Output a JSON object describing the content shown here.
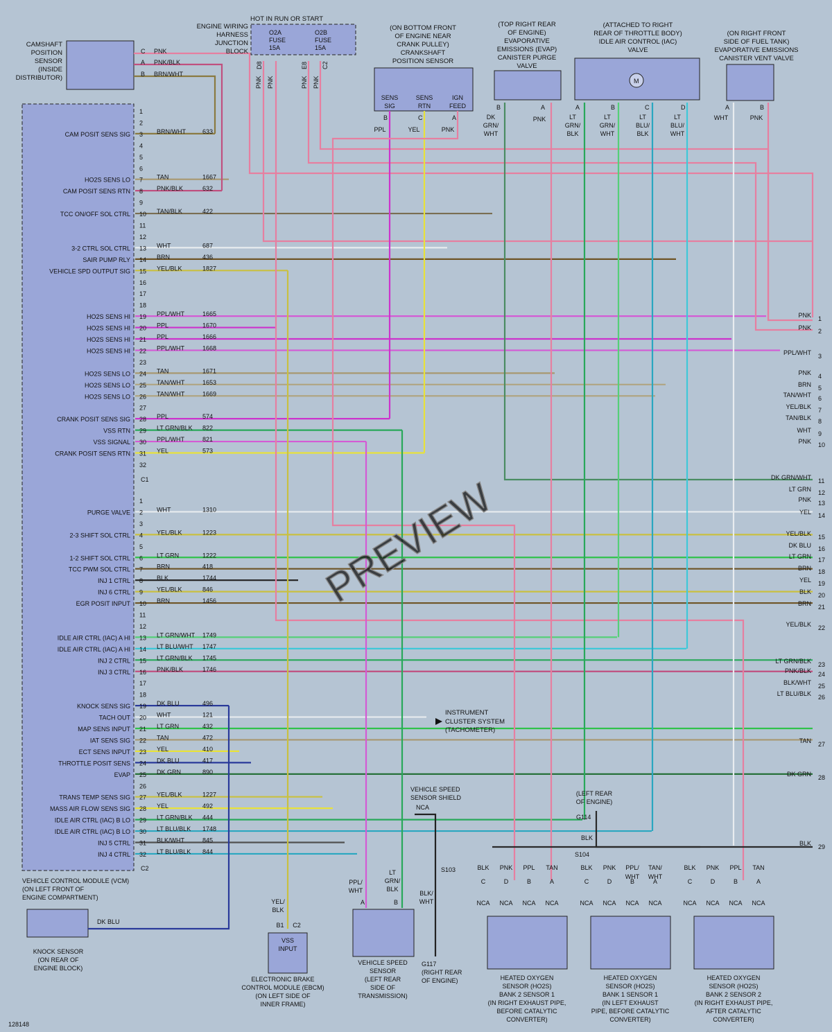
{
  "colors": {
    "background": "#b5c4d3",
    "component": "#9aa6d8",
    "PNK": "#e67fa0",
    "PNK/BLK": "#c0507f",
    "BRN/WHT": "#8a7a40",
    "TAN": "#a89870",
    "TAN/BLK": "#7a6e52",
    "TAN/WHT": "#b0a582",
    "WHT": "#e8ecef",
    "BRN": "#6e5426",
    "YEL/BLK": "#c9c040",
    "YEL": "#e8e23a",
    "PPL": "#cc33cc",
    "PPL/WHT": "#d45ad4",
    "LT GRN": "#30c24a",
    "LT GRN/BLK": "#28a85a",
    "LT GRN/WHT": "#55cf78",
    "LT BLU/WHT": "#3fc8d8",
    "LT BLU/BLK": "#2aa7c0",
    "DK GRN/WHT": "#4a8c62",
    "DK BLU": "#2a3a9a",
    "DK GRN": "#1f6b30",
    "BLK": "#2a2a2a",
    "BLK/WHT": "#505050"
  },
  "header": {
    "hot_in_run": "HOT IN RUN OR START",
    "junction": [
      "ENGINE WIRING",
      "HARNESS",
      "JUNCTION",
      "BLOCK"
    ],
    "fuse_a": [
      "O2A",
      "FUSE",
      "15A"
    ],
    "fuse_b": [
      "O2B",
      "FUSE",
      "15A"
    ],
    "fuse_a_pin": "D8",
    "fuse_b_pins": [
      "E8",
      "C2"
    ],
    "fuse_wire_labels": [
      "PNK",
      "PNK",
      "PNK",
      "PNK"
    ]
  },
  "camshaft": {
    "label": [
      "CAMSHAFT",
      "POSITION",
      "SENSOR",
      "(INSIDE",
      "DISTRIBUTOR)"
    ],
    "pins": [
      {
        "pin": "C",
        "color": "PNK"
      },
      {
        "pin": "A",
        "color": "PNK/BLK"
      },
      {
        "pin": "B",
        "color": "BRN/WHT"
      }
    ]
  },
  "crank": {
    "title": [
      "(ON BOTTOM FRONT",
      "OF ENGINE NEAR",
      "CRANK PULLEY)",
      "CRANKSHAFT",
      "POSITION SENSOR"
    ],
    "terms": [
      "SENS SIG",
      "SENS RTN",
      "IGN FEED"
    ],
    "pins": [
      "B",
      "C",
      "A"
    ],
    "wires": [
      "PPL",
      "YEL",
      "PNK"
    ]
  },
  "evap_purge": {
    "title": [
      "(TOP RIGHT REAR",
      "OF ENGINE)",
      "EVAPORATIVE",
      "EMISSIONS (EVAP)",
      "CANISTER PURGE",
      "VALVE"
    ],
    "pins": [
      "B",
      "A"
    ],
    "wires": [
      "DK GRN/ WHT",
      "PNK"
    ]
  },
  "iac": {
    "title": [
      "(ATTACHED TO RIGHT",
      "REAR OF THROTTLE BODY)",
      "IDLE AIR CONTROL (IAC)",
      "VALVE"
    ],
    "pins": [
      "A",
      "B",
      "C",
      "D"
    ],
    "wires": [
      "LT GRN/ BLK",
      "LT GRN/ WHT",
      "LT BLU/ BLK",
      "LT BLU/ WHT"
    ]
  },
  "vent": {
    "title": [
      "(ON RIGHT FRONT",
      "SIDE OF FUEL TANK)",
      "EVAPORATIVE EMISSIONS",
      "CANISTER VENT VALVE"
    ],
    "pins": [
      "A",
      "B"
    ],
    "wires": [
      "WHT",
      "PNK"
    ]
  },
  "vcm": {
    "label": [
      "VEHICLE CONTROL MODULE (VCM)",
      "(ON LEFT FRONT OF",
      "ENGINE COMPARTMENT)"
    ],
    "connectors": [
      "C1",
      "C2"
    ],
    "c1": [
      {
        "pin": "1",
        "fn": "",
        "wire": "",
        "circuit": ""
      },
      {
        "pin": "2",
        "fn": "",
        "wire": "",
        "circuit": ""
      },
      {
        "pin": "3",
        "fn": "CAM POSIT SENS SIG",
        "wire": "BRN/WHT",
        "circuit": "633"
      },
      {
        "pin": "4",
        "fn": "",
        "wire": "",
        "circuit": ""
      },
      {
        "pin": "5",
        "fn": "",
        "wire": "",
        "circuit": ""
      },
      {
        "pin": "6",
        "fn": "",
        "wire": "",
        "circuit": ""
      },
      {
        "pin": "7",
        "fn": "HO2S SENS LO",
        "wire": "TAN",
        "circuit": "1667"
      },
      {
        "pin": "8",
        "fn": "CAM POSIT SENS RTN",
        "wire": "PNK/BLK",
        "circuit": "632"
      },
      {
        "pin": "9",
        "fn": "",
        "wire": "",
        "circuit": ""
      },
      {
        "pin": "10",
        "fn": "TCC ON/OFF SOL CTRL",
        "wire": "TAN/BLK",
        "circuit": "422"
      },
      {
        "pin": "11",
        "fn": "",
        "wire": "",
        "circuit": ""
      },
      {
        "pin": "12",
        "fn": "",
        "wire": "",
        "circuit": ""
      },
      {
        "pin": "13",
        "fn": "3-2 CTRL SOL CTRL",
        "wire": "WHT",
        "circuit": "687"
      },
      {
        "pin": "14",
        "fn": "SAIR PUMP RLY",
        "wire": "BRN",
        "circuit": "436"
      },
      {
        "pin": "15",
        "fn": "VEHICLE SPD OUTPUT SIG",
        "wire": "YEL/BLK",
        "circuit": "1827"
      },
      {
        "pin": "16",
        "fn": "",
        "wire": "",
        "circuit": ""
      },
      {
        "pin": "17",
        "fn": "",
        "wire": "",
        "circuit": ""
      },
      {
        "pin": "18",
        "fn": "",
        "wire": "",
        "circuit": ""
      },
      {
        "pin": "19",
        "fn": "HO2S SENS HI",
        "wire": "PPL/WHT",
        "circuit": "1665"
      },
      {
        "pin": "20",
        "fn": "HO2S SENS HI",
        "wire": "PPL",
        "circuit": "1670"
      },
      {
        "pin": "21",
        "fn": "HO2S SENS HI",
        "wire": "PPL",
        "circuit": "1666"
      },
      {
        "pin": "22",
        "fn": "HO2S SENS HI",
        "wire": "PPL/WHT",
        "circuit": "1668"
      },
      {
        "pin": "23",
        "fn": "",
        "wire": "",
        "circuit": ""
      },
      {
        "pin": "24",
        "fn": "HO2S SENS LO",
        "wire": "TAN",
        "circuit": "1671"
      },
      {
        "pin": "25",
        "fn": "HO2S SENS LO",
        "wire": "TAN/WHT",
        "circuit": "1653"
      },
      {
        "pin": "26",
        "fn": "HO2S SENS LO",
        "wire": "TAN/WHT",
        "circuit": "1669"
      },
      {
        "pin": "27",
        "fn": "",
        "wire": "",
        "circuit": ""
      },
      {
        "pin": "28",
        "fn": "CRANK POSIT SENS SIG",
        "wire": "PPL",
        "circuit": "574"
      },
      {
        "pin": "29",
        "fn": "VSS RTN",
        "wire": "LT GRN/BLK",
        "circuit": "822"
      },
      {
        "pin": "30",
        "fn": "VSS SIGNAL",
        "wire": "PPL/WHT",
        "circuit": "821"
      },
      {
        "pin": "31",
        "fn": "CRANK POSIT SENS RTN",
        "wire": "YEL",
        "circuit": "573"
      },
      {
        "pin": "32",
        "fn": "",
        "wire": "",
        "circuit": ""
      }
    ],
    "c2": [
      {
        "pin": "1",
        "fn": "",
        "wire": "",
        "circuit": ""
      },
      {
        "pin": "2",
        "fn": "PURGE VALVE",
        "wire": "WHT",
        "circuit": "1310"
      },
      {
        "pin": "3",
        "fn": "",
        "wire": "",
        "circuit": ""
      },
      {
        "pin": "4",
        "fn": "2-3 SHIFT SOL CTRL",
        "wire": "YEL/BLK",
        "circuit": "1223"
      },
      {
        "pin": "5",
        "fn": "",
        "wire": "",
        "circuit": ""
      },
      {
        "pin": "6",
        "fn": "1-2 SHIFT SOL CTRL",
        "wire": "LT GRN",
        "circuit": "1222"
      },
      {
        "pin": "7",
        "fn": "TCC PWM SOL CTRL",
        "wire": "BRN",
        "circuit": "418"
      },
      {
        "pin": "8",
        "fn": "INJ 1 CTRL",
        "wire": "BLK",
        "circuit": "1744"
      },
      {
        "pin": "9",
        "fn": "INJ 6 CTRL",
        "wire": "YEL/BLK",
        "circuit": "846"
      },
      {
        "pin": "10",
        "fn": "EGR POSIT INPUT",
        "wire": "BRN",
        "circuit": "1456"
      },
      {
        "pin": "11",
        "fn": "",
        "wire": "",
        "circuit": ""
      },
      {
        "pin": "12",
        "fn": "",
        "wire": "",
        "circuit": ""
      },
      {
        "pin": "13",
        "fn": "IDLE AIR CTRL (IAC) A HI",
        "wire": "LT GRN/WHT",
        "circuit": "1749"
      },
      {
        "pin": "14",
        "fn": "IDLE AIR CTRL (IAC) A HI",
        "wire": "LT BLU/WHT",
        "circuit": "1747"
      },
      {
        "pin": "15",
        "fn": "INJ 2 CTRL",
        "wire": "LT GRN/BLK",
        "circuit": "1745"
      },
      {
        "pin": "16",
        "fn": "INJ 3 CTRL",
        "wire": "PNK/BLK",
        "circuit": "1746"
      },
      {
        "pin": "17",
        "fn": "",
        "wire": "",
        "circuit": ""
      },
      {
        "pin": "18",
        "fn": "",
        "wire": "",
        "circuit": ""
      },
      {
        "pin": "19",
        "fn": "KNOCK SENS SIG",
        "wire": "DK BLU",
        "circuit": "496"
      },
      {
        "pin": "20",
        "fn": "TACH OUT",
        "wire": "WHT",
        "circuit": "121"
      },
      {
        "pin": "21",
        "fn": "MAP SENS INPUT",
        "wire": "LT GRN",
        "circuit": "432"
      },
      {
        "pin": "22",
        "fn": "IAT SENS SIG",
        "wire": "TAN",
        "circuit": "472"
      },
      {
        "pin": "23",
        "fn": "ECT SENS INPUT",
        "wire": "YEL",
        "circuit": "410"
      },
      {
        "pin": "24",
        "fn": "THROTTLE POSIT SENS",
        "wire": "DK BLU",
        "circuit": "417"
      },
      {
        "pin": "25",
        "fn": "EVAP",
        "wire": "DK GRN",
        "circuit": "890"
      },
      {
        "pin": "26",
        "fn": "",
        "wire": "",
        "circuit": ""
      },
      {
        "pin": "27",
        "fn": "TRANS TEMP SENS SIG",
        "wire": "YEL/BLK",
        "circuit": "1227"
      },
      {
        "pin": "28",
        "fn": "MASS AIR FLOW SENS SIG",
        "wire": "YEL",
        "circuit": "492"
      },
      {
        "pin": "29",
        "fn": "IDLE AIR CTRL (IAC) B LO",
        "wire": "LT GRN/BLK",
        "circuit": "444"
      },
      {
        "pin": "30",
        "fn": "IDLE AIR CTRL (IAC) B LO",
        "wire": "LT BLU/BLK",
        "circuit": "1748"
      },
      {
        "pin": "31",
        "fn": "INJ 5 CTRL",
        "wire": "BLK/WHT",
        "circuit": "845"
      },
      {
        "pin": "32",
        "fn": "INJ 4 CTRL",
        "wire": "LT BLU/BLK",
        "circuit": "844"
      }
    ]
  },
  "right_refs": [
    {
      "n": "1",
      "wire": "PNK"
    },
    {
      "n": "2",
      "wire": "PNK"
    },
    {
      "n": "3",
      "wire": "PPL/WHT"
    },
    {
      "n": "4",
      "wire": "PNK"
    },
    {
      "n": "5",
      "wire": "BRN"
    },
    {
      "n": "6",
      "wire": "TAN/WHT"
    },
    {
      "n": "7",
      "wire": "YEL/BLK"
    },
    {
      "n": "8",
      "wire": "TAN/BLK"
    },
    {
      "n": "9",
      "wire": "WHT"
    },
    {
      "n": "10",
      "wire": "PNK"
    },
    {
      "n": "11",
      "wire": "DK GRN/WHT"
    },
    {
      "n": "12",
      "wire": "LT GRN"
    },
    {
      "n": "13",
      "wire": "PNK"
    },
    {
      "n": "14",
      "wire": "YEL"
    },
    {
      "n": "15",
      "wire": "YEL/BLK"
    },
    {
      "n": "16",
      "wire": "DK BLU"
    },
    {
      "n": "17",
      "wire": "LT GRN"
    },
    {
      "n": "18",
      "wire": "BRN"
    },
    {
      "n": "19",
      "wire": "YEL"
    },
    {
      "n": "20",
      "wire": "BLK"
    },
    {
      "n": "21",
      "wire": "BRN"
    },
    {
      "n": "22",
      "wire": "YEL/BLK"
    },
    {
      "n": "23",
      "wire": "LT GRN/BLK"
    },
    {
      "n": "24",
      "wire": "PNK/BLK"
    },
    {
      "n": "25",
      "wire": "BLK/WHT"
    },
    {
      "n": "26",
      "wire": "LT BLU/BLK"
    },
    {
      "n": "27",
      "wire": "TAN"
    },
    {
      "n": "28",
      "wire": "DK GRN"
    },
    {
      "n": "29",
      "wire": "BLK"
    }
  ],
  "instrument": [
    "INSTRUMENT",
    "CLUSTER SYSTEM",
    "(TACHOMETER)"
  ],
  "knock": {
    "wire": "DK BLU",
    "label": [
      "KNOCK SENSOR",
      "(ON REAR OF",
      "ENGINE BLOCK)"
    ]
  },
  "ebcm": {
    "wire": [
      "YEL/",
      "BLK"
    ],
    "pins": [
      "B1",
      "C2"
    ],
    "box": [
      "VSS",
      "INPUT"
    ],
    "label": [
      "ELECTRONIC BRAKE",
      "CONTROL MODULE (EBCM)",
      "(ON LEFT SIDE OF",
      "INNER FRAME)"
    ]
  },
  "vss": {
    "shield": [
      "VEHICLE SPEED",
      "SENSOR SHIELD"
    ],
    "nca": "NCA",
    "s103": "S103",
    "wires": [
      "PPL/ WHT",
      "LT GRN/ BLK",
      "BLK/ WHT"
    ],
    "pins": [
      "A",
      "B"
    ],
    "label": [
      "VEHICLE SPEED",
      "SENSOR",
      "(LEFT REAR",
      "SIDE OF",
      "TRANSMISSION)"
    ],
    "g117": [
      "G117",
      "(RIGHT REAR",
      "OF ENGINE)"
    ]
  },
  "ground": {
    "label": [
      "(LEFT REAR",
      "OF ENGINE)"
    ],
    "g114": "G114",
    "wire": "BLK",
    "s104": "S104"
  },
  "ho2s": [
    {
      "label": [
        "HEATED OXYGEN",
        "SENSOR (HO2S)",
        "BANK 2 SENSOR 1",
        "(IN RIGHT EXHAUST PIPE,",
        "BEFORE CATALYTIC",
        "CONVERTER)"
      ],
      "wires": [
        "BLK",
        "PNK",
        "PPL",
        "TAN"
      ],
      "pins": [
        "C",
        "D",
        "B",
        "A"
      ],
      "nca": [
        "NCA",
        "NCA",
        "NCA",
        "NCA"
      ]
    },
    {
      "label": [
        "HEATED OXYGEN",
        "SENSOR (HO2S)",
        "BANK 1 SENSOR 1",
        "(IN LEFT EXHAUST",
        "PIPE, BEFORE CATALYTIC",
        "CONVERTER)"
      ],
      "wires": [
        "BLK",
        "PNK",
        "PPL/ WHT",
        "TAN/ WHT"
      ],
      "pins": [
        "C",
        "D",
        "B",
        "A"
      ],
      "nca": [
        "NCA",
        "NCA",
        "NCA",
        "NCA"
      ]
    },
    {
      "label": [
        "HEATED OXYGEN",
        "SENSOR (HO2S)",
        "BANK 2 SENSOR 2",
        "(IN RIGHT EXHAUST PIPE,",
        "AFTER CATALYTIC",
        "CONVERTER)"
      ],
      "wires": [
        "BLK",
        "PNK",
        "PPL",
        "TAN"
      ],
      "pins": [
        "C",
        "D",
        "B",
        "A"
      ],
      "nca": [
        "NCA",
        "NCA",
        "NCA",
        "NCA"
      ]
    }
  ],
  "watermark": "PREVIEW",
  "figure_id": "128148"
}
